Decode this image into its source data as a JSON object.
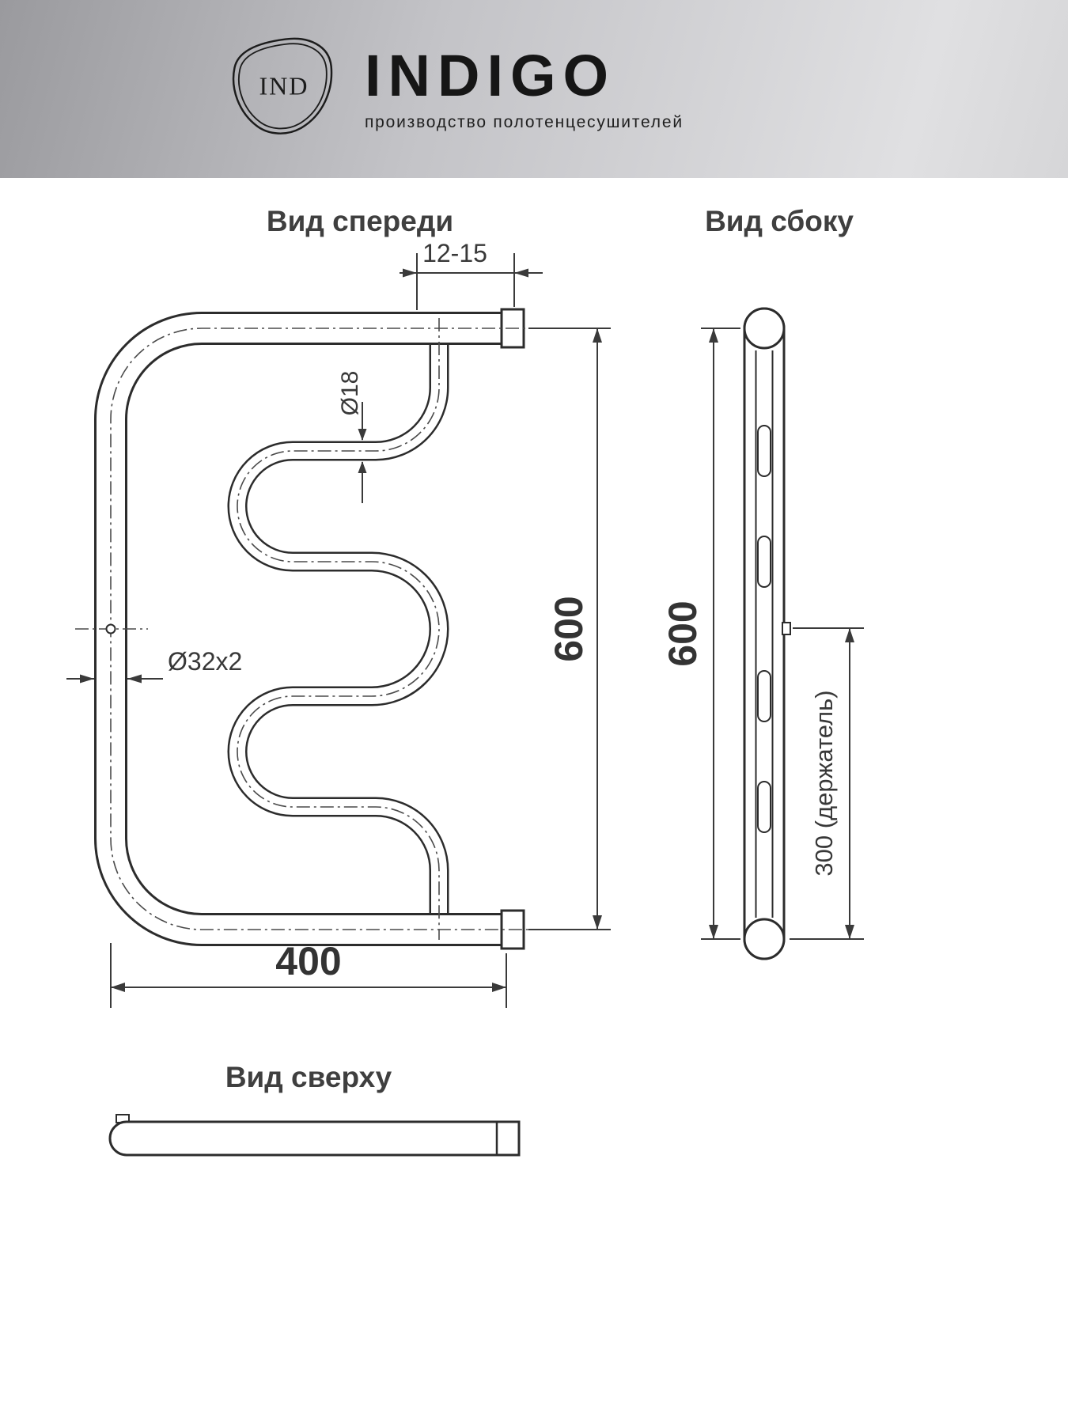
{
  "header": {
    "monogram": "IND",
    "brand": "INDIGO",
    "tagline": "производство полотенцесушителей"
  },
  "views": {
    "front": "Вид спереди",
    "side": "Вид сбоку",
    "top": "Вид сверху"
  },
  "dims": {
    "offset": "12-15",
    "snake_diameter": "Ø18",
    "pipe_diameter": "Ø32x2",
    "front_height": "600",
    "front_width": "400",
    "side_height": "600",
    "bracket": "300 (держатель)"
  },
  "colors": {
    "line": "#2c2c2c",
    "dimension": "#3a3a3a",
    "label_text": "#3f3f3f",
    "header_gradient_start": "#9a9a9e",
    "header_gradient_end": "#d6d6d8"
  }
}
